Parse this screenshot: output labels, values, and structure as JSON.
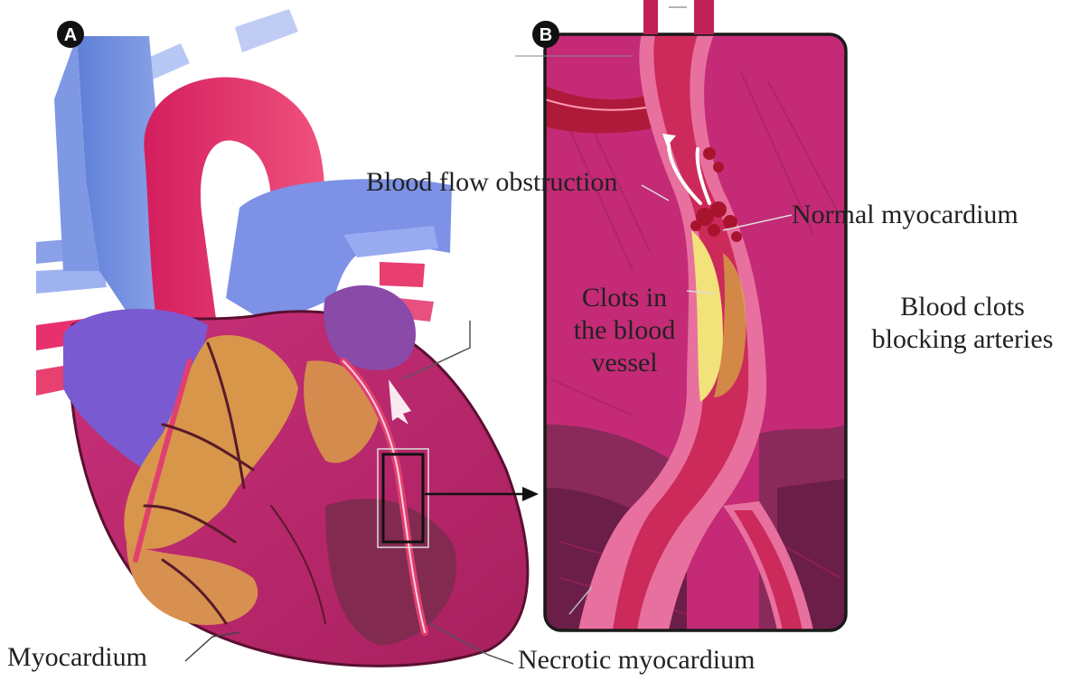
{
  "panels": {
    "a": "A",
    "b": "B"
  },
  "labels": {
    "blood_flow_obstruction": "Blood flow obstruction",
    "normal_myocardium": "Normal myocardium",
    "clots_line1": "Clots in",
    "clots_line2": "the blood",
    "clots_line3": "vessel",
    "blood_clots_line1": "Blood clots",
    "blood_clots_line2": "blocking arteries",
    "myocardium": "Myocardium",
    "necrotic_myocardium": "Necrotic myocardium"
  },
  "colors": {
    "vein_blue": "#6f8fe0",
    "artery_pink": "#e8306e",
    "heart_magenta": "#c4326e",
    "healthy_orange": "#d8964a",
    "necrotic_dark": "#7a2c4c",
    "clot_yellow": "#f2e27a",
    "clot_red": "#a8142e",
    "panel_border": "#1a1a1a"
  }
}
